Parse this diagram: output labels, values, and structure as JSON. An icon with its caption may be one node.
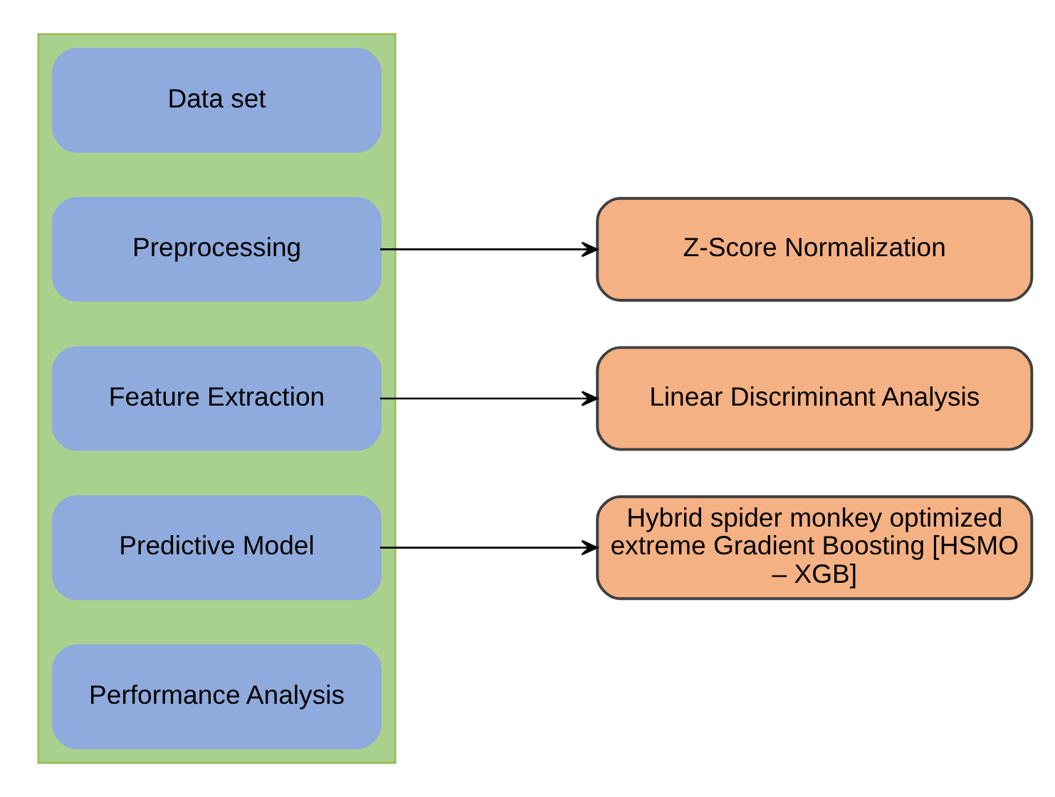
{
  "diagram": {
    "nodes": [
      {
        "text": [],
        "shape": "box"
      },
      {
        "text": [
          "Data set"
        ],
        "in": 0
      },
      {
        "text": [
          "Preprocessing"
        ],
        "in": 0
      },
      {
        "text": [
          "Feature Extraction"
        ],
        "in": 0
      },
      {
        "text": [
          "Predictive Model"
        ],
        "in": 0
      },
      {
        "text": [
          "Performance Analysis"
        ],
        "in": 0
      },
      {
        "text": [
          "Z-Score Normalization"
        ]
      },
      {
        "text": [
          "Linear Discriminant Analysis"
        ]
      },
      {
        "text": [
          "Hybrid spider monkey optimized extreme Gradient Boosting [HSMO – XGB]"
        ]
      }
    ],
    "edges": [
      {
        "from": 2,
        "to": 6,
        "arrow": "to"
      },
      {
        "from": 3,
        "to": 7,
        "arrow": "to"
      },
      {
        "from": 4,
        "to": 8,
        "arrow": "to"
      }
    ]
  }
}
